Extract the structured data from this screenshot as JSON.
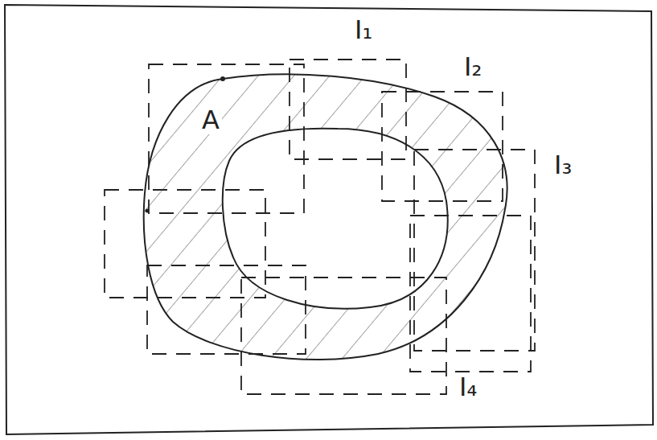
{
  "diagram": {
    "labels": [
      "A",
      "I₁",
      "I₂",
      "I₃",
      "I₄"
    ]
  }
}
